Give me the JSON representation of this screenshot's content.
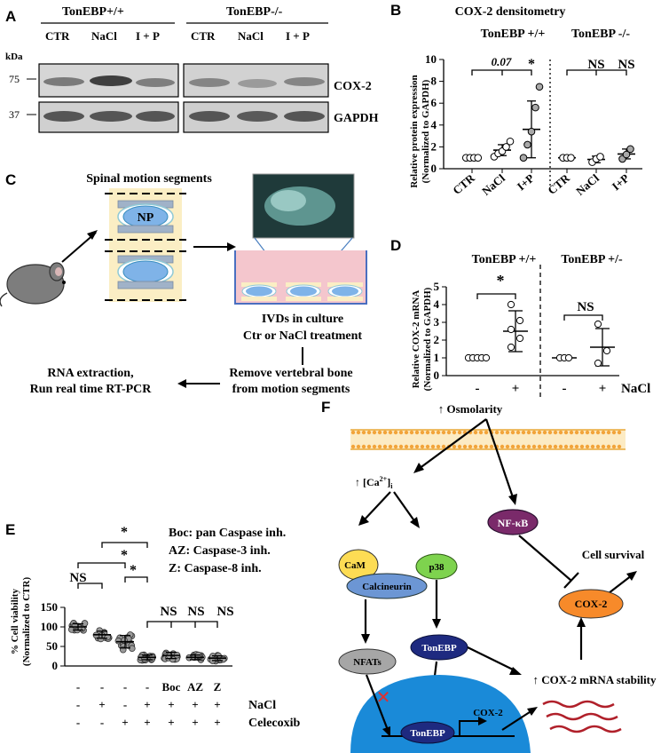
{
  "panel_letters": {
    "a": "A",
    "b": "B",
    "c": "C",
    "d": "D",
    "e": "E",
    "f": "F"
  },
  "panel_a": {
    "header_wt": "TonEBP+/+",
    "header_ko": "TonEBP-/-",
    "lanes": [
      "CTR",
      "NaCl",
      "I + P",
      "CTR",
      "NaCl",
      "I + P"
    ],
    "kda_label": "kDa",
    "markers": [
      "75",
      "37"
    ],
    "band_labels": [
      "COX-2",
      "GAPDH"
    ]
  },
  "panel_b": {
    "title": "COX-2 densitometry",
    "group_left": "TonEBP +/+",
    "group_right": "TonEBP -/-",
    "ylabel_1": "Relative protein expression",
    "ylabel_2": "(Normalized to GAPDH)",
    "yticks": [
      "0",
      "2",
      "4",
      "6",
      "8",
      "10"
    ],
    "xcats": [
      "CTR",
      "NaCl",
      "I+P",
      "CTR",
      "NaCl",
      "I+P"
    ],
    "annot_p": "0.07",
    "annot_star": "*",
    "annot_ns1": "NS",
    "annot_ns2": "NS"
  },
  "panel_c": {
    "spinal_label": "Spinal motion segments",
    "np_label": "NP",
    "ivd_culture": "IVDs in culture",
    "treatment": "Ctr or NaCl treatment",
    "remove_bone_1": "Remove vertebral bone",
    "remove_bone_2": "from motion segments",
    "rna_1": "RNA extraction,",
    "rna_2": "Run real time RT-PCR"
  },
  "panel_d": {
    "group_left": "TonEBP +/+",
    "group_right": "TonEBP +/-",
    "ylabel_1": "Relative COX-2 mRNA",
    "ylabel_2": "(Normalized to GAPDH)",
    "yticks": [
      "0",
      "1",
      "2",
      "3",
      "4",
      "5"
    ],
    "xcats": [
      "-",
      "+",
      "-",
      "+"
    ],
    "xlabel": "NaCl",
    "annot_star": "*",
    "annot_ns": "NS"
  },
  "panel_e": {
    "legend_1": "Boc: pan Caspase inh.",
    "legend_2": "AZ: Caspase-3 inh.",
    "legend_3": "Z: Caspase-8 inh.",
    "ylabel_1": "% Cell viability",
    "ylabel_2": "(Normalized to CTR)",
    "yticks": [
      "0",
      "50",
      "100",
      "150"
    ],
    "row1": [
      "-",
      "-",
      "-",
      "-",
      "Boc",
      "AZ",
      "Z"
    ],
    "row2": [
      "-",
      "+",
      "-",
      "+",
      "+",
      "+",
      "+"
    ],
    "row3": [
      "-",
      "-",
      "+",
      "+",
      "+",
      "+",
      "+"
    ],
    "row2_label": "NaCl",
    "row3_label": "Celecoxib",
    "annot_ns": "NS",
    "annot_star": "*",
    "annot_ns_a": "NS",
    "annot_ns_b": "NS",
    "annot_ns_c": "NS"
  },
  "panel_f": {
    "osmolarity": "↑ Osmolarity",
    "ca": "↑ [Ca",
    "ca_sup": "2+",
    "ca_end": "]",
    "ca_sub": "i",
    "nfkb": "NF-κB",
    "cell_survival": "Cell survival",
    "cam": "CaM",
    "calcineurin": "Calcineurin",
    "p38": "p38",
    "tonebp": "TonEBP",
    "cox2": "COX-2",
    "nfats": "NFATs",
    "mrna_stability": "↑ COX-2 mRNA stability",
    "nucleus_tonebp": "TonEBP",
    "gene_label": "COX-2"
  },
  "chart_data": [
    {
      "type": "scatter",
      "title": "COX-2 densitometry",
      "ylabel": "Relative protein expression (Normalized to GAPDH)",
      "ylim": [
        0,
        10
      ],
      "categories": [
        "CTR",
        "NaCl",
        "I+P",
        "CTR",
        "NaCl",
        "I+P"
      ],
      "series": [
        {
          "name": "TonEBP +/+",
          "groups": [
            {
              "category": "CTR",
              "mean": 1.0,
              "sd": 0.05,
              "points": [
                1.0,
                1.0,
                1.0,
                1.0
              ]
            },
            {
              "category": "NaCl",
              "mean": 1.7,
              "sd": 0.5,
              "points": [
                1.1,
                1.4,
                1.6,
                2.0,
                2.5
              ]
            },
            {
              "category": "I+P",
              "mean": 3.6,
              "sd": 2.6,
              "points": [
                1.0,
                2.2,
                3.4,
                5.6,
                7.5
              ]
            }
          ]
        },
        {
          "name": "TonEBP -/-",
          "groups": [
            {
              "category": "CTR",
              "mean": 1.0,
              "sd": 0.05,
              "points": [
                1.0,
                1.0,
                1.0
              ]
            },
            {
              "category": "NaCl",
              "mean": 0.85,
              "sd": 0.3,
              "points": [
                0.6,
                0.9,
                1.1
              ]
            },
            {
              "category": "I+P",
              "mean": 1.35,
              "sd": 0.45,
              "points": [
                0.9,
                1.3,
                1.8
              ]
            }
          ]
        }
      ]
    },
    {
      "type": "scatter",
      "ylabel": "Relative COX-2 mRNA (Normalized to GAPDH)",
      "xlabel": "NaCl",
      "ylim": [
        0,
        5
      ],
      "categories": [
        "-",
        "+",
        "-",
        "+"
      ],
      "series": [
        {
          "name": "TonEBP +/+",
          "groups": [
            {
              "category": "-",
              "mean": 1.0,
              "sd": 0.0,
              "points": [
                1.0,
                1.0,
                1.0,
                1.0,
                1.0
              ]
            },
            {
              "category": "+",
              "mean": 2.5,
              "sd": 1.15,
              "points": [
                1.6,
                2.1,
                2.6,
                3.1,
                4.0
              ]
            }
          ]
        },
        {
          "name": "TonEBP +/-",
          "groups": [
            {
              "category": "-",
              "mean": 1.0,
              "sd": 0.0,
              "points": [
                1.0,
                1.0,
                1.0
              ]
            },
            {
              "category": "+",
              "mean": 1.6,
              "sd": 1.05,
              "points": [
                0.7,
                1.4,
                2.9
              ]
            }
          ]
        }
      ]
    },
    {
      "type": "scatter",
      "ylabel": "% Cell viability (Normalized to CTR)",
      "ylim": [
        0,
        150
      ],
      "categories": [
        "CTR",
        "NaCl",
        "Celecoxib",
        "NaCl+Celecoxib",
        "Boc",
        "AZ",
        "Z"
      ],
      "groups": [
        {
          "category": "CTR",
          "mean": 100,
          "sd": 8
        },
        {
          "category": "NaCl",
          "mean": 80,
          "sd": 9
        },
        {
          "category": "Celecoxib",
          "mean": 62,
          "sd": 16
        },
        {
          "category": "NaCl+Celecoxib",
          "mean": 22,
          "sd": 6
        },
        {
          "category": "Boc",
          "mean": 27,
          "sd": 8
        },
        {
          "category": "AZ",
          "mean": 22,
          "sd": 6
        },
        {
          "category": "Z",
          "mean": 20,
          "sd": 6
        }
      ]
    }
  ]
}
